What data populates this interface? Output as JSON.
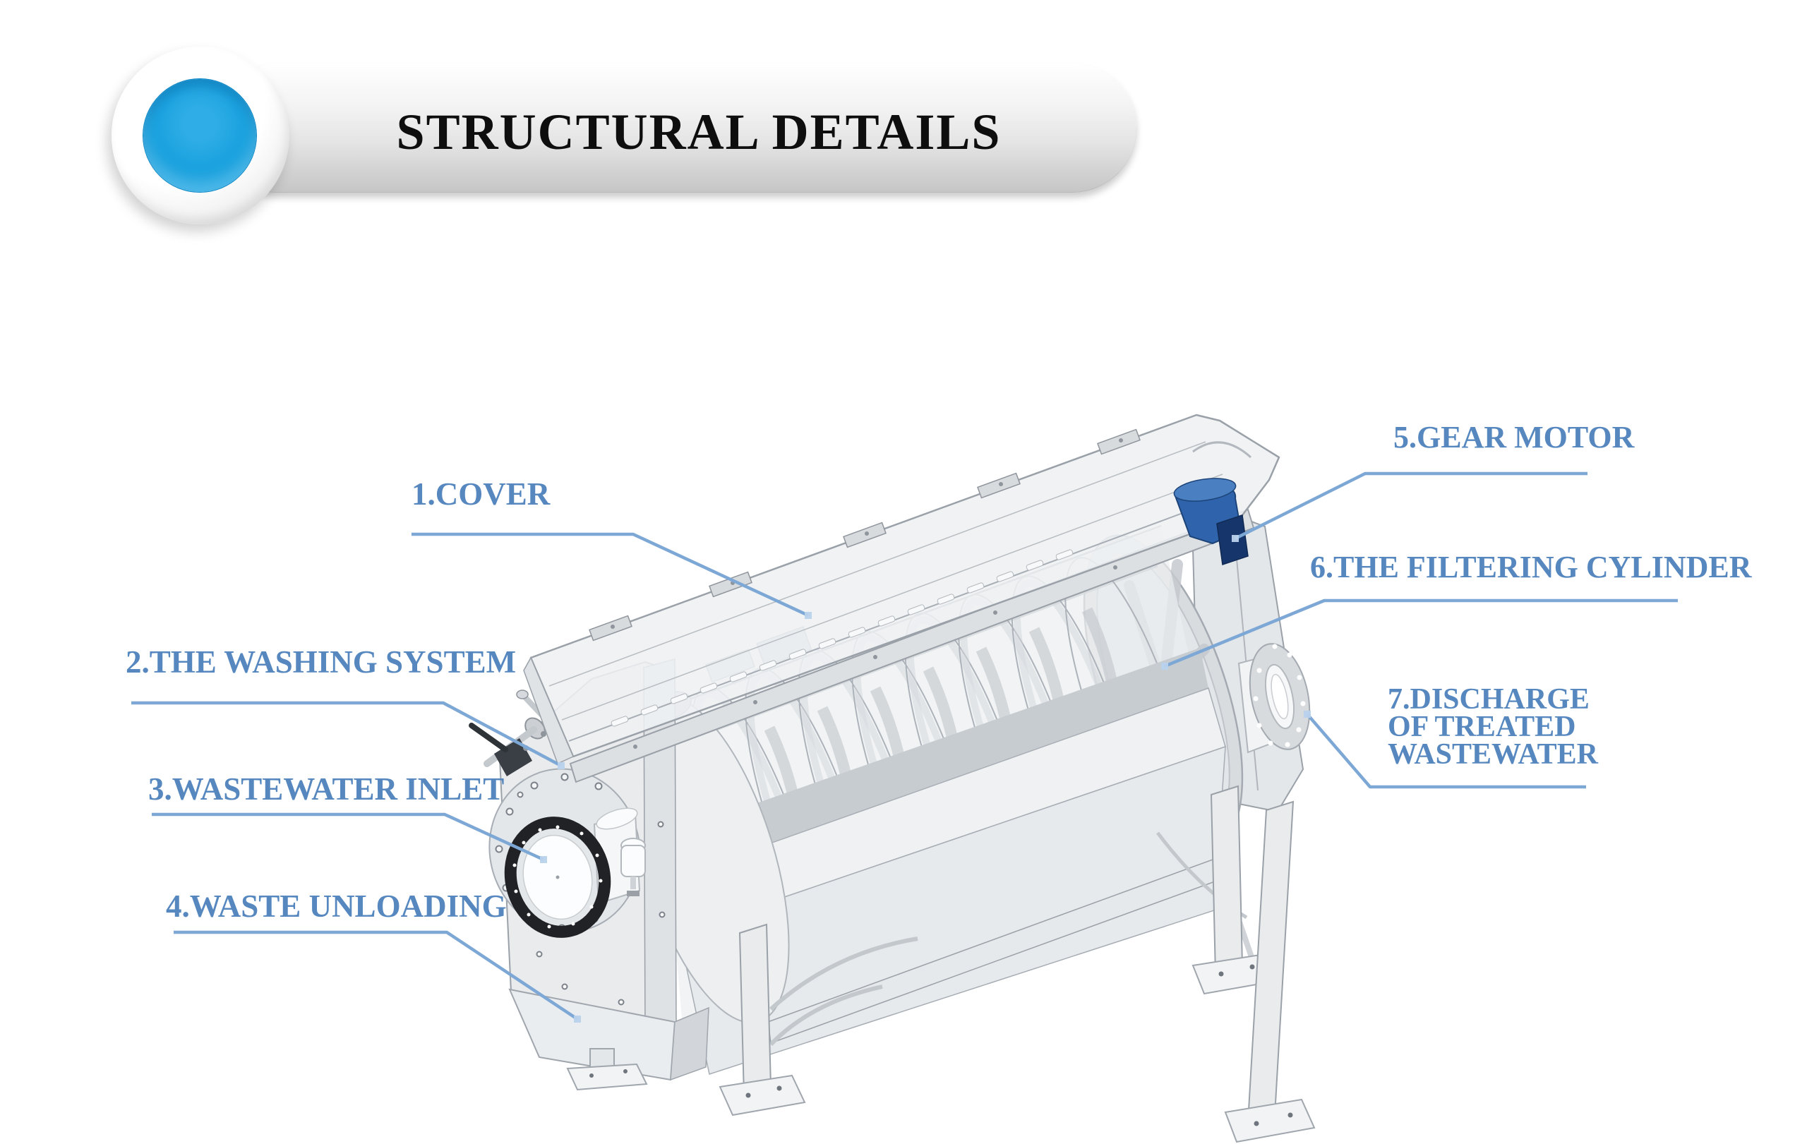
{
  "header": {
    "title": "STRUCTURAL DETAILS",
    "badge_inner_color": "#17a0de",
    "banner_top_color": "#ffffff",
    "banner_bottom_color": "#c6c6c6"
  },
  "diagram": {
    "label_color": "#5688bf",
    "leader_color": "#7da8d6",
    "machine": {
      "kind": "rotary drum filter illustration",
      "motor_color": "#2f63ab",
      "body_color": "#e9ebed"
    },
    "labels": [
      {
        "id": "cover",
        "text": "1.COVER"
      },
      {
        "id": "washing-system",
        "text": "2.THE WASHING SYSTEM"
      },
      {
        "id": "wastewater-inlet",
        "text": "3.WASTEWATER INLET"
      },
      {
        "id": "waste-unloading",
        "text": "4.WASTE UNLOADING"
      },
      {
        "id": "gear-motor",
        "text": "5.GEAR MOTOR"
      },
      {
        "id": "filtering-cylinder",
        "text": "6.THE FILTERING CYLINDER"
      },
      {
        "id": "discharge",
        "text": "7.DISCHARGE\nOF  TREATED\nWASTEWATER"
      }
    ]
  }
}
